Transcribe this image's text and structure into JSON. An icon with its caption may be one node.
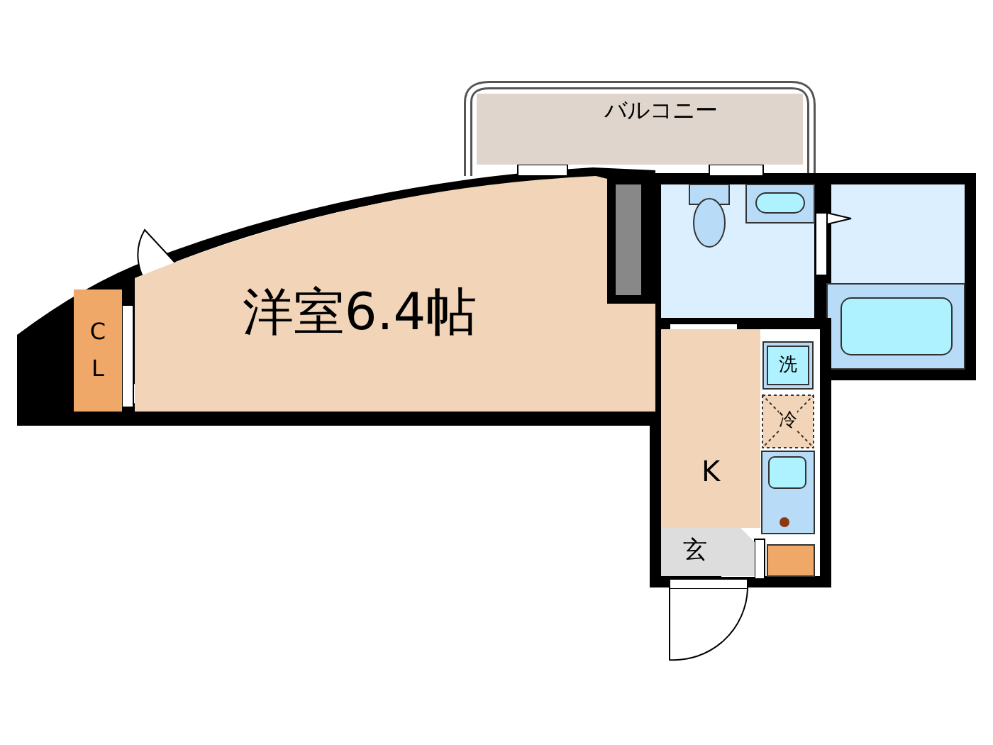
{
  "diagram": {
    "nodes": [
      {
        "text": [
          "バルコニー"
        ]
      },
      {
        "text": [
          "洋室6.4帖"
        ]
      },
      {
        "text": [
          "C L"
        ]
      },
      {
        "text": [
          "K"
        ]
      },
      {
        "text": [
          "洗"
        ]
      },
      {
        "text": [
          "冷"
        ]
      },
      {
        "text": [
          "玄"
        ]
      }
    ]
  }
}
